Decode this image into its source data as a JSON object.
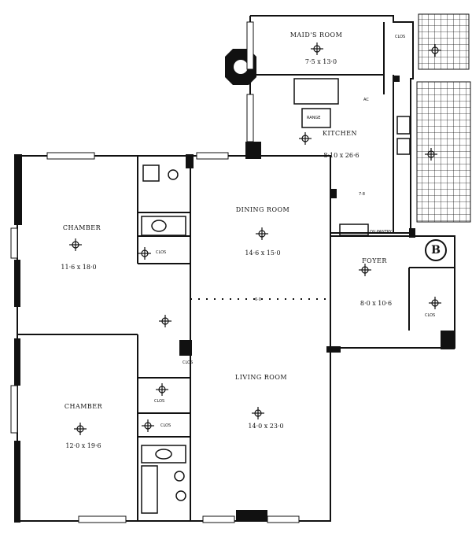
{
  "unit_badge": "B",
  "rooms": {
    "maids_room": {
      "name": "MAID'S ROOM",
      "dims": "7·5 x 13·0"
    },
    "kitchen": {
      "name": "KITCHEN",
      "dims": "8·10 x 26·6"
    },
    "dining_room": {
      "name": "DINING ROOM",
      "dims": "14·6 x 15·0"
    },
    "foyer": {
      "name": "FOYER",
      "dims": "8·0 x 10·6"
    },
    "chamber_upper": {
      "name": "CHAMBER",
      "dims": "11·6 x 18·0"
    },
    "chamber_lower": {
      "name": "CHAMBER",
      "dims": "12·0 x 19·6"
    },
    "living_room": {
      "name": "LIVING ROOM",
      "dims": "14·0 x 23·0"
    }
  },
  "closets": {
    "maid": "CLOS",
    "foyer": "CLOS",
    "upper_chamber": "CLOS",
    "lower_chamber": "CLOS",
    "lower_chamber_2": "CLOS",
    "hall": "CLOS"
  },
  "fixtures": {
    "range": "RANGE",
    "oven": "OV·PANTRY",
    "ac": "AC"
  },
  "hall_dims": "7·8",
  "opening_dims": "6·0"
}
